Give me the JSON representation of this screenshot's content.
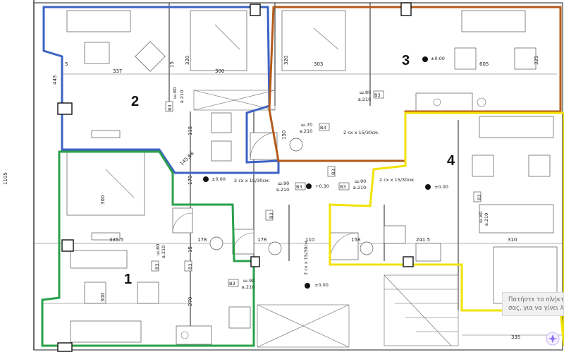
{
  "plan": {
    "units": [
      "1",
      "2",
      "3",
      "4"
    ],
    "unit_colors": {
      "1": "#2aa04a",
      "2": "#3d62c4",
      "3": "#b45a1a",
      "4": "#f2e200"
    },
    "dims": {
      "d1105": "1105",
      "d337": "337",
      "d300a": "300",
      "d303": "303",
      "d605": "605",
      "d320a": "320",
      "d320b": "320",
      "d325": "325",
      "d443": "443",
      "d335_5": "335.5",
      "d178a": "178",
      "d178b": "178",
      "d110": "110",
      "d158": "158",
      "d241_5": "241.5",
      "d310": "310",
      "d335": "335",
      "d300b": "300",
      "d300c": "300",
      "d270": "270",
      "d170": "170",
      "d150": "150",
      "d115": "115",
      "d145": "145,68",
      "d15a": "15",
      "d15b": "15",
      "d5": "5"
    },
    "tags": [
      "B3",
      "B3",
      "B3",
      "B3",
      "B3",
      "B3",
      "B3",
      "B3",
      "B3",
      "B3",
      "B3"
    ],
    "doors": {
      "w80": "ш.80",
      "w70": "ш.70",
      "w90": "ш.90",
      "h210": "в.210"
    },
    "levels": {
      "zero": "±0.00",
      "plus30": "+0.30"
    },
    "notes": {
      "rail": "2 сх x 15/30см."
    }
  },
  "overlay": {
    "tooltip_line1": "Пατήστε το πλήκτρ",
    "tooltip_line2": "σας, για να γίνει λήψ"
  }
}
